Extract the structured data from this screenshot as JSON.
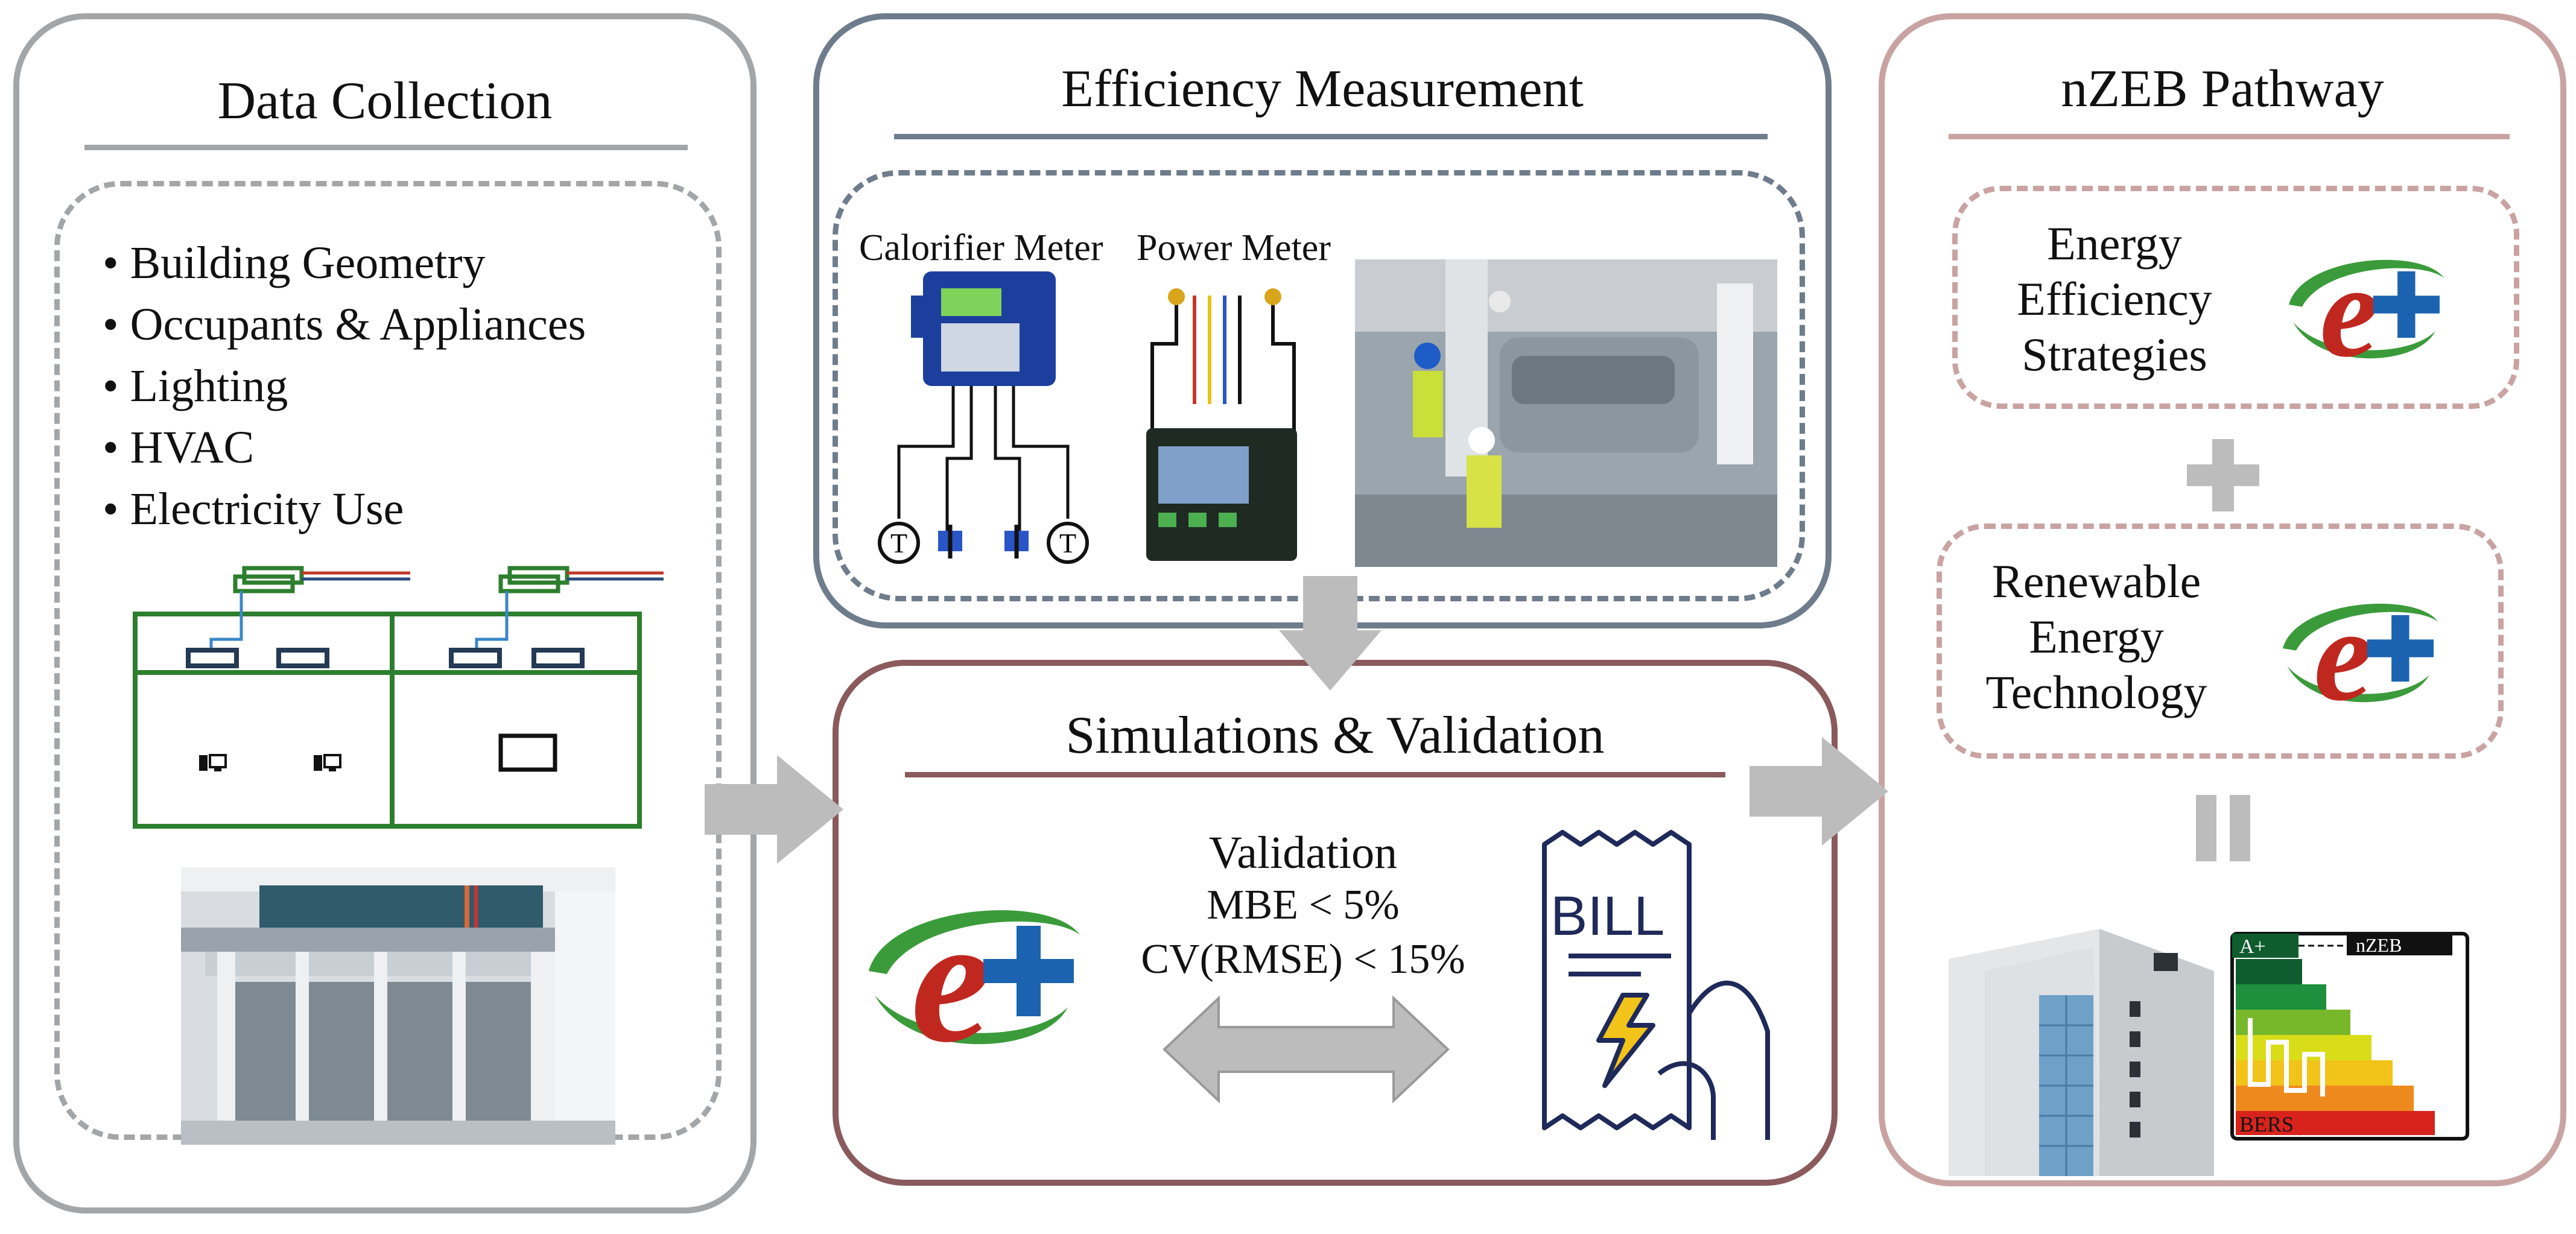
{
  "data_collection": {
    "title": "Data Collection",
    "items": [
      "Building Geometry",
      "Occupants & Appliances",
      "Lighting",
      "HVAC",
      "Electricity Use"
    ]
  },
  "efficiency": {
    "title": "Efficiency Measurement",
    "calorifier_label": "Calorifier Meter",
    "power_label": "Power Meter"
  },
  "simulation": {
    "title": "Simulations & Validation",
    "validation_title": "Validation",
    "mbe": "MBE < 5%",
    "cvrmse": "CV(RMSE) < 15%",
    "bill_text": "BILL"
  },
  "nzeb": {
    "title": "nZEB Pathway",
    "box1_lines": [
      "Energy",
      "Efficiency",
      "Strategies"
    ],
    "box2_lines": [
      "Renewable",
      "Energy",
      "Technology"
    ],
    "label_top": "A+",
    "label_nzeb": "nZEB",
    "label_bers": "BERS"
  },
  "colors": {
    "gray_border": "#a3a6a8",
    "blue_gray_border": "#6e7c8c",
    "maroon_border": "#8a5a5d",
    "pink_border": "#c9a3a2",
    "arrow": "#bcbcbc",
    "green_line": "#2d7f2d"
  }
}
